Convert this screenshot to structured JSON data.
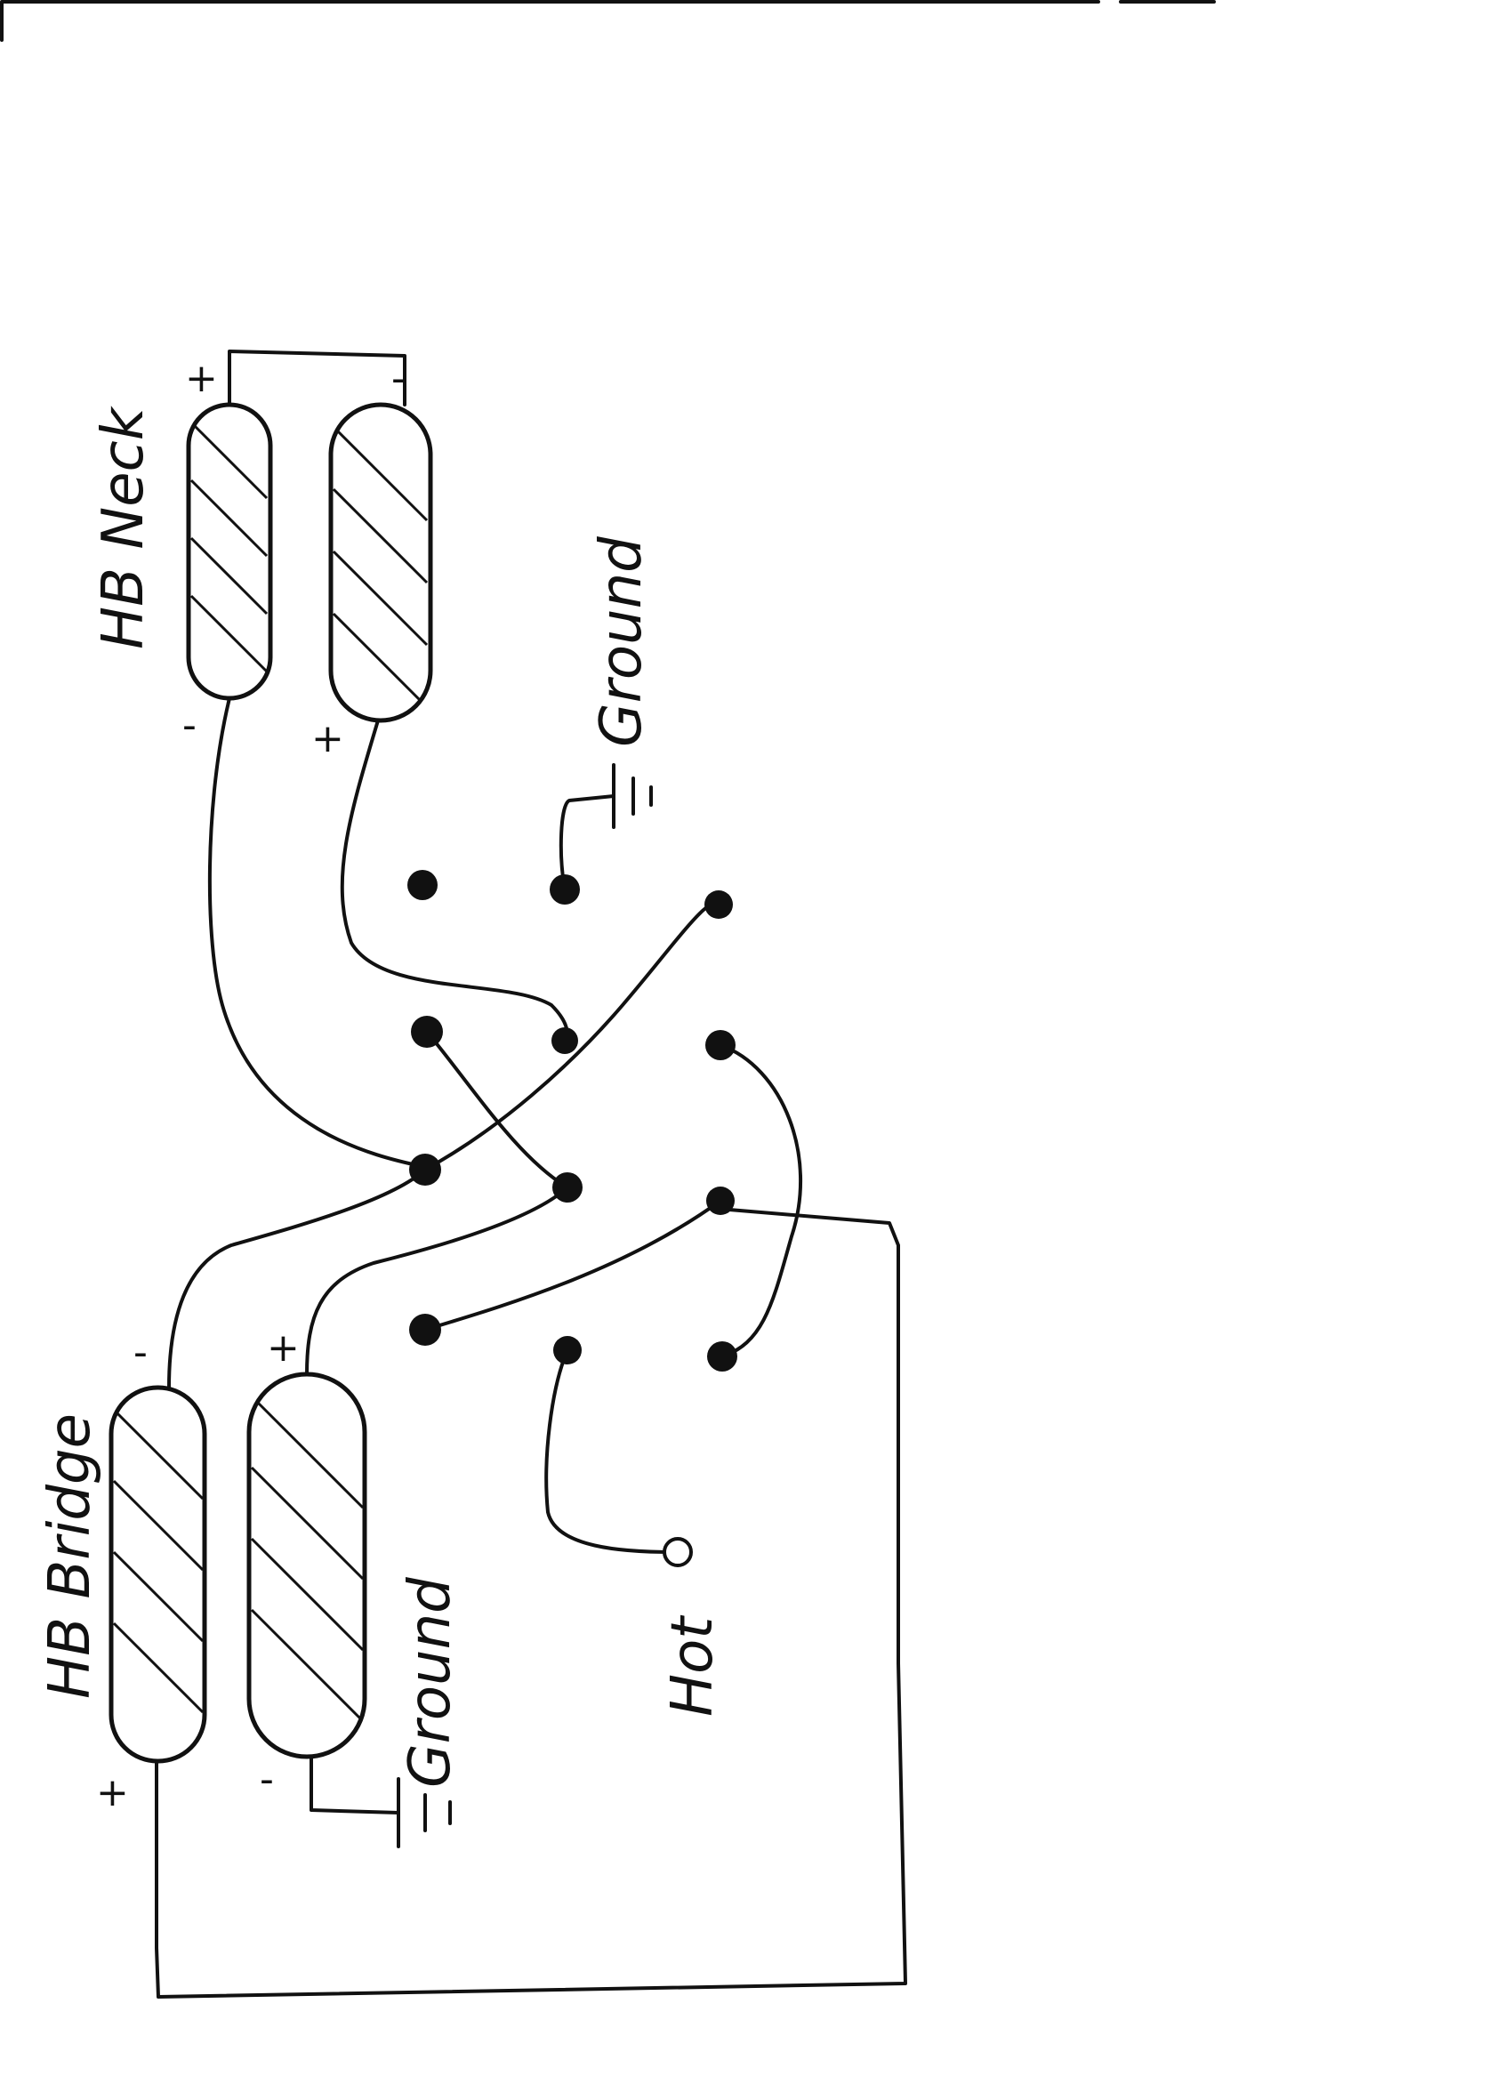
{
  "neck_pickup": {
    "label": "HB Neck",
    "coil_a": {
      "start": "+",
      "end": "-"
    },
    "coil_b": {
      "start": "-",
      "end": "+"
    }
  },
  "bridge_pickup": {
    "label": "HB Bridge",
    "coil_a": {
      "start": "-",
      "end": "+"
    },
    "coil_b": {
      "start": "+",
      "end": "-"
    }
  },
  "ground_label_neck": "Ground",
  "ground_label_bridge": "Ground",
  "hot_label": "Hot"
}
